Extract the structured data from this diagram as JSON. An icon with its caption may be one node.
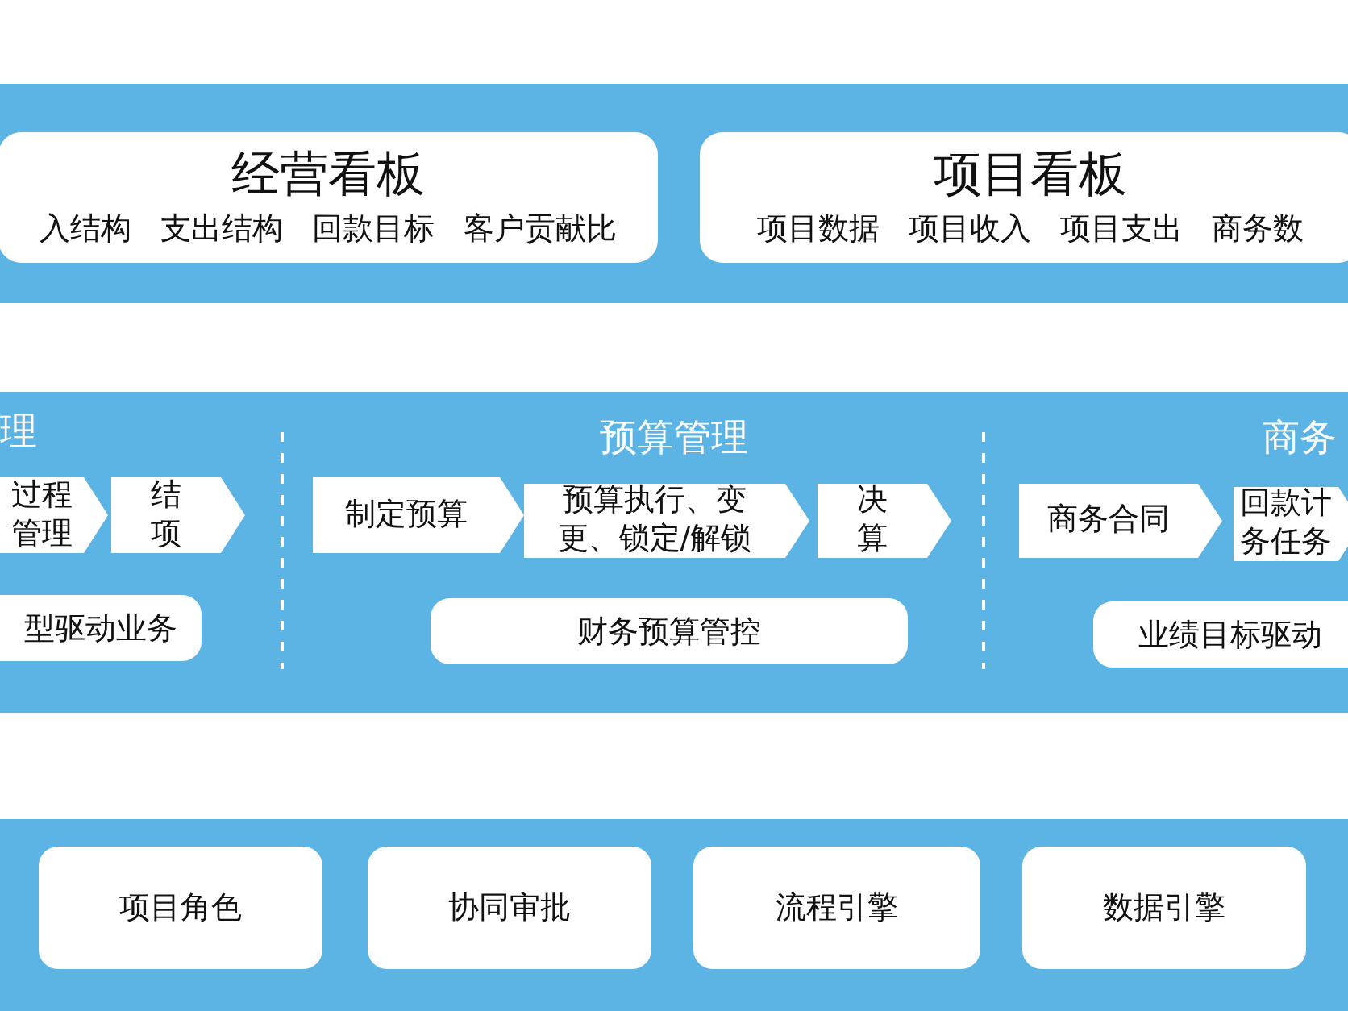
{
  "diagram": {
    "nodes": [
      {
        "text": [],
        "shape": "band"
      },
      {
        "text": [
          "经营看板",
          "入结构",
          "支出结构",
          "回款目标",
          "客户贡献比"
        ],
        "in": 0
      },
      {
        "text": [
          "项目看板",
          "项目数据",
          "项目收入",
          "项目支出",
          "商务数"
        ],
        "in": 0
      },
      {
        "text": [],
        "shape": "band"
      },
      {
        "text": [
          "过程管理"
        ],
        "in": 3
      },
      {
        "text": [
          "结项"
        ],
        "in": 3
      },
      {
        "text": [
          "型驱动业务"
        ],
        "in": 3
      },
      {
        "text": [
          "制定预算"
        ],
        "in": 3
      },
      {
        "text": [
          "预算执行、变更、锁定/解锁"
        ],
        "in": 3
      },
      {
        "text": [
          "决算"
        ],
        "in": 3
      },
      {
        "text": [
          "财务预算管控"
        ],
        "in": 3
      },
      {
        "text": [
          "商务合同"
        ],
        "in": 3
      },
      {
        "text": [
          "回款计务任务"
        ],
        "in": 3
      },
      {
        "text": [
          "业绩目标驱动"
        ],
        "in": 3
      },
      {
        "text": [],
        "shape": "band"
      },
      {
        "text": [
          "项目角色"
        ],
        "in": 14
      },
      {
        "text": [
          "协同审批"
        ],
        "in": 14
      },
      {
        "text": [
          "流程引擎"
        ],
        "in": 14
      },
      {
        "text": [
          "数据引擎"
        ],
        "in": 14
      }
    ],
    "labels": [
      "理",
      "预算管理",
      "商务"
    ]
  }
}
